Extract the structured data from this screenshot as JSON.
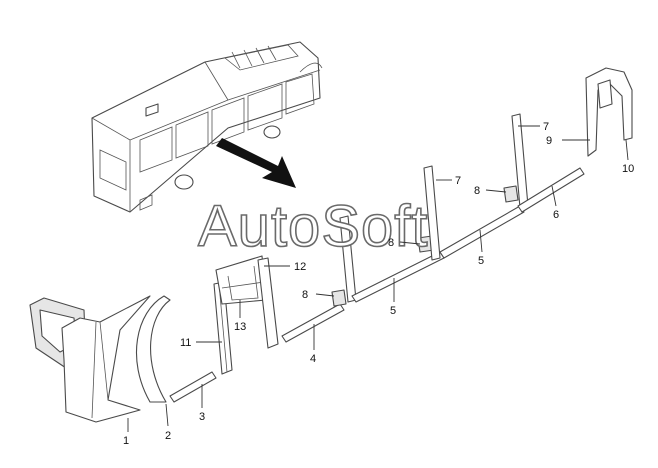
{
  "watermark": "AutoSoft",
  "callouts": [
    {
      "id": "1",
      "label": "1"
    },
    {
      "id": "2",
      "label": "2"
    },
    {
      "id": "3",
      "label": "3"
    },
    {
      "id": "4",
      "label": "4"
    },
    {
      "id": "5a",
      "label": "5"
    },
    {
      "id": "5b",
      "label": "5"
    },
    {
      "id": "6",
      "label": "6"
    },
    {
      "id": "7a",
      "label": "7"
    },
    {
      "id": "7b",
      "label": "7"
    },
    {
      "id": "8a",
      "label": "8"
    },
    {
      "id": "8b",
      "label": "8"
    },
    {
      "id": "8c",
      "label": "8"
    },
    {
      "id": "9",
      "label": "9"
    },
    {
      "id": "10",
      "label": "10"
    },
    {
      "id": "11",
      "label": "11"
    },
    {
      "id": "12",
      "label": "12"
    },
    {
      "id": "13",
      "label": "13"
    }
  ]
}
